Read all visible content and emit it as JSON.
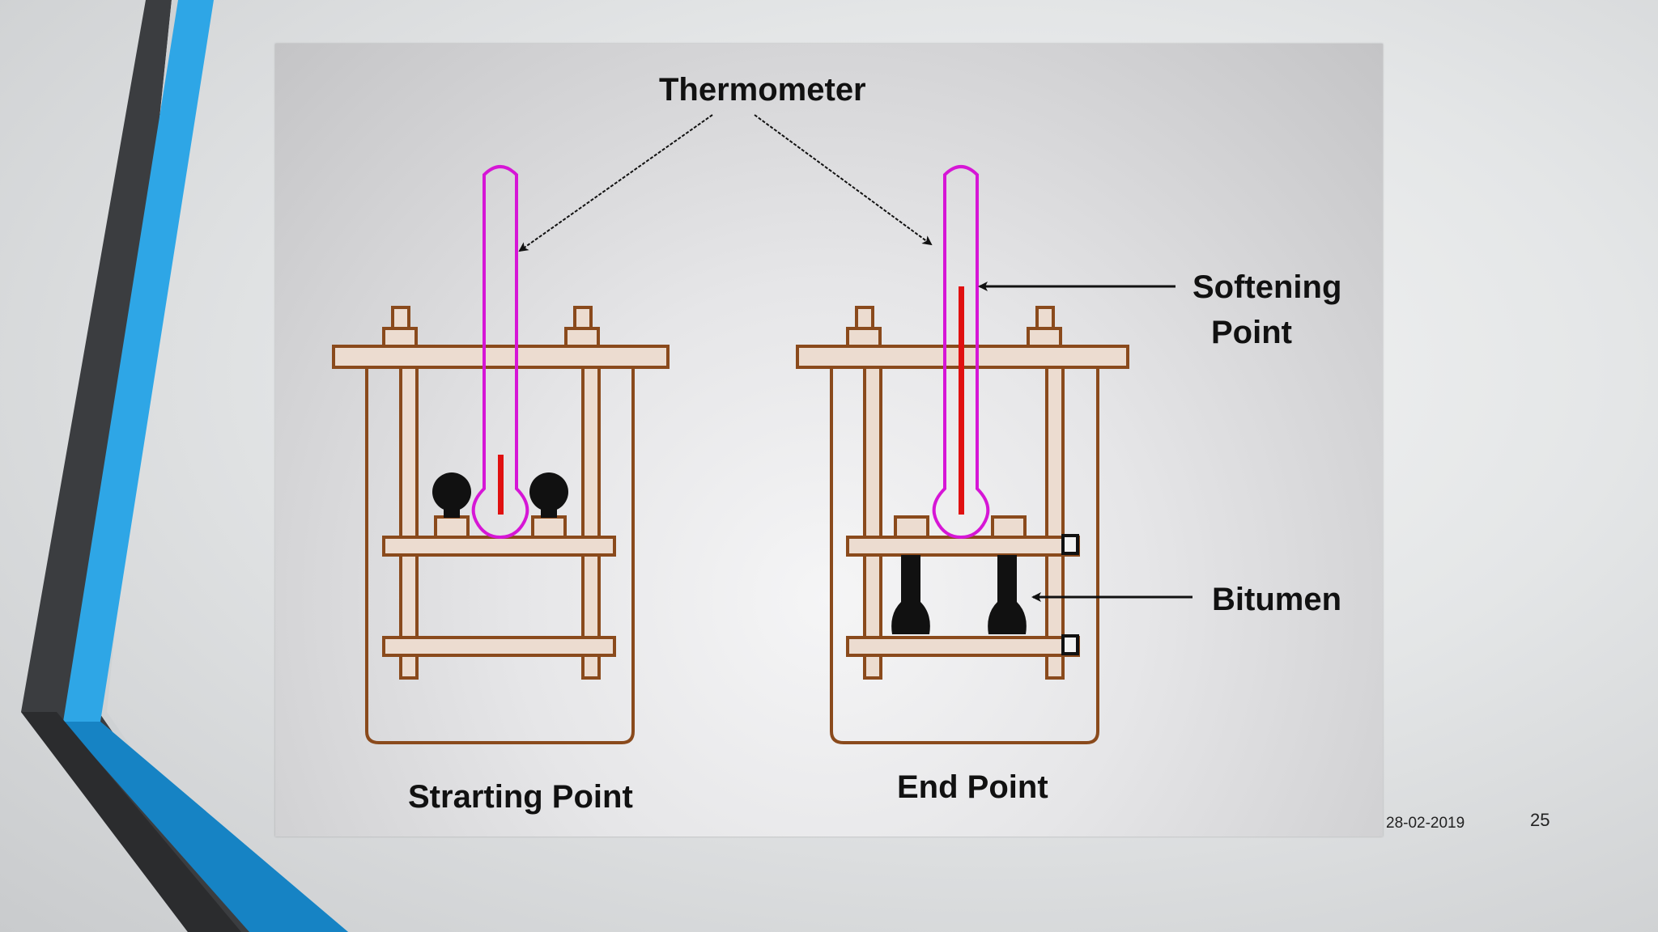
{
  "slide": {
    "date": "28-02-2019",
    "page_number": "25"
  },
  "diagram": {
    "labels": {
      "thermometer": "Thermometer",
      "softening_point_line1": "Softening",
      "softening_point_line2": "Point",
      "bitumen": "Bitumen",
      "starting_point": "Strarting Point",
      "end_point": "End Point"
    }
  },
  "colors": {
    "frame": "#8a4a1c",
    "frame_fill": "#e8d2c2",
    "thermometer": "#d616d6",
    "mercury": "#e01010",
    "bitumen": "#111111",
    "accent_blue": "#2ea6e6",
    "accent_dark": "#3b3d40"
  }
}
